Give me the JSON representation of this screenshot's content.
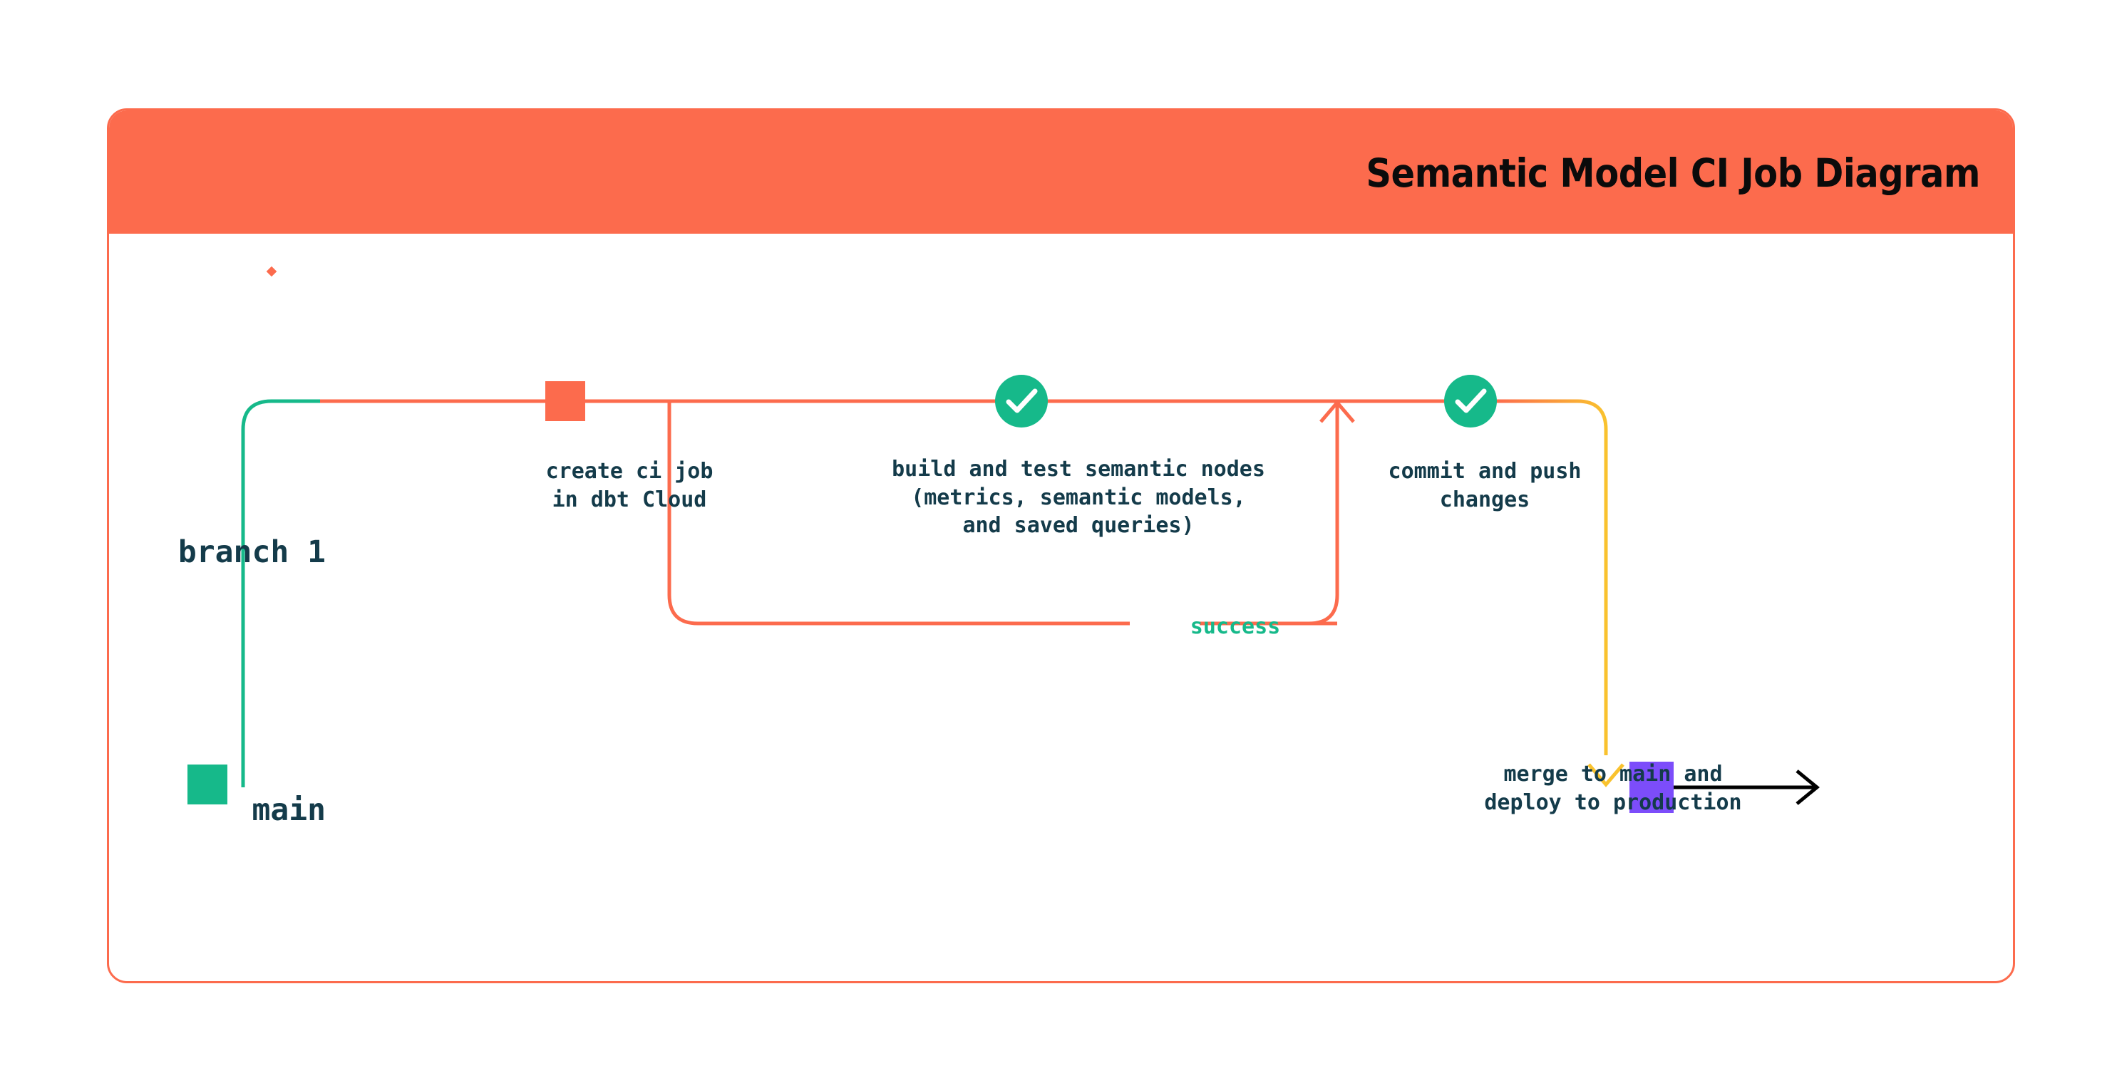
{
  "header": {
    "title": "Semantic Model CI Job Diagram",
    "logo_name": "dbt-logo",
    "background_color": "#fc6b4d",
    "title_color": "#0b0b0b"
  },
  "card": {
    "border_color": "#fc6b4d",
    "background_color": "#ffffff"
  },
  "diagram": {
    "type": "git-branch-flow",
    "lanes": [
      {
        "id": "branch1",
        "label": "branch 1",
        "line_color": "#fc6b4d"
      },
      {
        "id": "main",
        "label": "main",
        "line_color": "#16b98a"
      }
    ],
    "nodes": [
      {
        "id": "create-ci-job",
        "lane": "branch1",
        "shape": "square",
        "color": "#fc6b4d",
        "label": "create ci job\nin dbt Cloud"
      },
      {
        "id": "build-and-test",
        "lane": "branch1",
        "shape": "check-circle",
        "color": "#16b98a",
        "icon": "check-icon",
        "label": "build and test semantic nodes\n(metrics, semantic models,\nand saved queries)"
      },
      {
        "id": "commit-and-push",
        "lane": "branch1",
        "shape": "check-circle",
        "color": "#16b98a",
        "icon": "check-icon",
        "label": "commit and push\nchanges"
      },
      {
        "id": "merge-to-main",
        "lane": "main",
        "shape": "square",
        "color": "#7c4dfa",
        "label": "merge to main and\ndeploy to production"
      },
      {
        "id": "main-start",
        "lane": "main",
        "shape": "square",
        "color": "#16b98a",
        "label": ""
      }
    ],
    "edges": [
      {
        "id": "branch-off",
        "from": "main-start",
        "to": "create-ci-job",
        "color_from": "#16b98a",
        "color_to": "#fc6b4d"
      },
      {
        "id": "success-loop",
        "from": "build-and-test",
        "to": "build-and-test",
        "label": "success",
        "color": "#fc6b4d",
        "label_color": "#16b98a",
        "arrow": "up"
      },
      {
        "id": "push-to-main",
        "from": "commit-and-push",
        "to": "merge-to-main",
        "color_from": "#fc6b4d",
        "color_to": "#f9c22e",
        "arrow": "down"
      },
      {
        "id": "production",
        "from": "merge-to-main",
        "to": "production-end",
        "color": "#000000",
        "arrow": "right"
      }
    ],
    "colors": {
      "orange": "#fc6b4d",
      "green": "#16b98a",
      "yellow": "#f9c22e",
      "purple": "#7c4dfa",
      "black": "#000000",
      "text": "#143b4a"
    }
  }
}
